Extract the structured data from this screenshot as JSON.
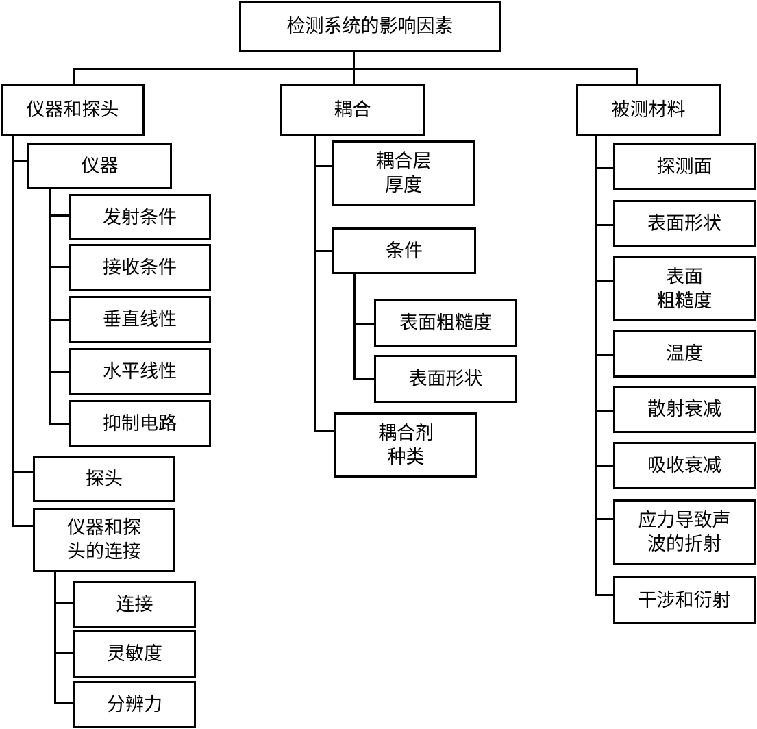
{
  "root": "检测系统的影响因素",
  "instrument_probe": {
    "title": "仪器和探头",
    "instrument": {
      "title": "仪器",
      "items": [
        "发射条件",
        "接收条件",
        "垂直线性",
        "水平线性",
        "抑制电路"
      ]
    },
    "probe": "探头",
    "connection": {
      "title": "仪器和探\n头的连接",
      "items": [
        "连接",
        "灵敏度",
        "分辨力"
      ]
    }
  },
  "coupling": {
    "title": "耦合",
    "layer_thickness": "耦合层\n厚度",
    "conditions": {
      "title": "条件",
      "items": [
        "表面粗糙度",
        "表面形状"
      ]
    },
    "couplant_type": "耦合剂\n种类"
  },
  "material": {
    "title": "被测材料",
    "items": [
      "探测面",
      "表面形状",
      "表面\n粗糙度",
      "温度",
      "散射衰减",
      "吸收衰减",
      "应力导致声\n波的折射",
      "干涉和衍射"
    ]
  }
}
